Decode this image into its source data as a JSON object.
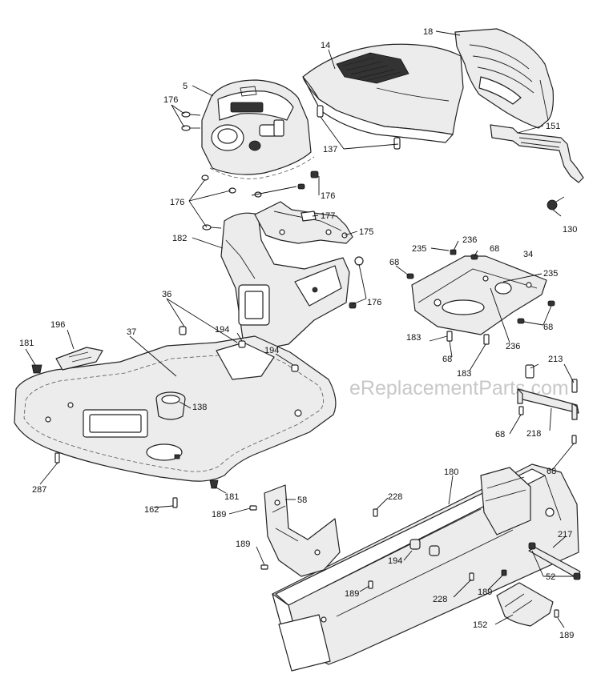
{
  "watermark": "eReplacementParts.com",
  "callouts": {
    "c5": "5",
    "c14": "14",
    "c18": "18",
    "c176a": "176",
    "c176b": "176",
    "c176c": "176",
    "c176d": "176",
    "c137": "137",
    "c151": "151",
    "c130": "130",
    "c177": "177",
    "c175": "175",
    "c182": "182",
    "c235a": "235",
    "c236a": "236",
    "c68a": "68",
    "c68b": "68",
    "c34": "34",
    "c235b": "235",
    "c68c": "68",
    "c183a": "183",
    "c68d": "68",
    "c236b": "236",
    "c183b": "183",
    "c36": "36",
    "c196": "196",
    "c37": "37",
    "c194a": "194",
    "c194b": "194",
    "c181a": "181",
    "c138": "138",
    "c213": "213",
    "c68e": "68",
    "c218": "218",
    "c68f": "68",
    "c287": "287",
    "c181b": "181",
    "c162": "162",
    "c180": "180",
    "c189a": "189",
    "c58": "58",
    "c228a": "228",
    "c217": "217",
    "c189b": "189",
    "c194c": "194",
    "c52": "52",
    "c189c": "189",
    "c228b": "228",
    "c189d": "189",
    "c152": "152",
    "c189e": "189"
  }
}
